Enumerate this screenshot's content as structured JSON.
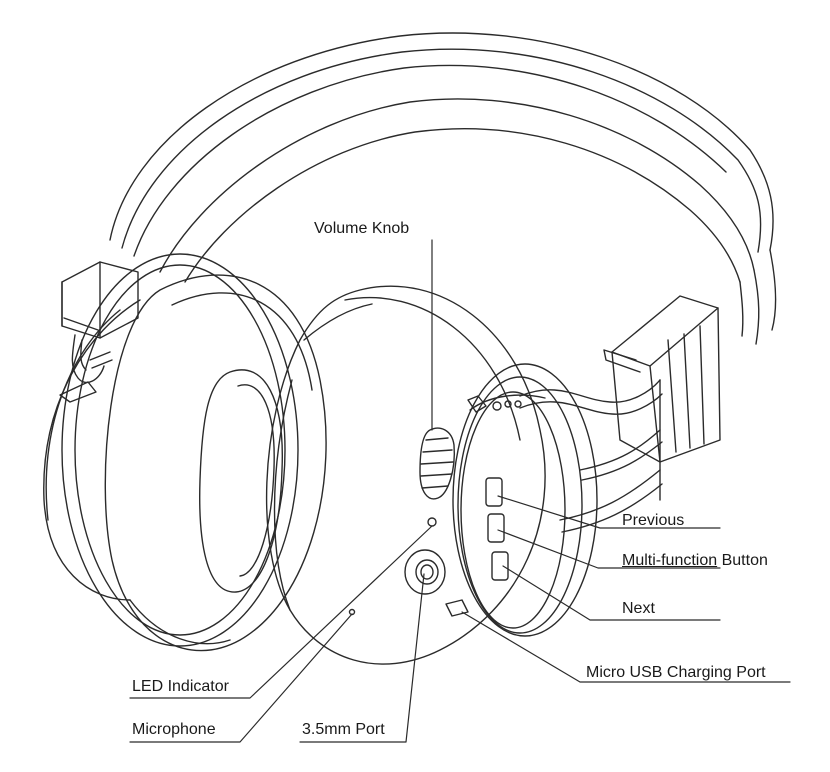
{
  "callouts": {
    "volume_knob": "Volume Knob",
    "previous": "Previous",
    "multi_function_main": "Multi-function",
    "multi_function_rest": " Button",
    "next": "Next",
    "micro_usb": "Micro USB Charging Port",
    "led_indicator": "LED Indicator",
    "microphone": "Microphone",
    "port_35mm": "3.5mm Port"
  },
  "colors": {
    "line": "#2b2b2b",
    "text": "#1a1a1a",
    "background": "#ffffff"
  }
}
